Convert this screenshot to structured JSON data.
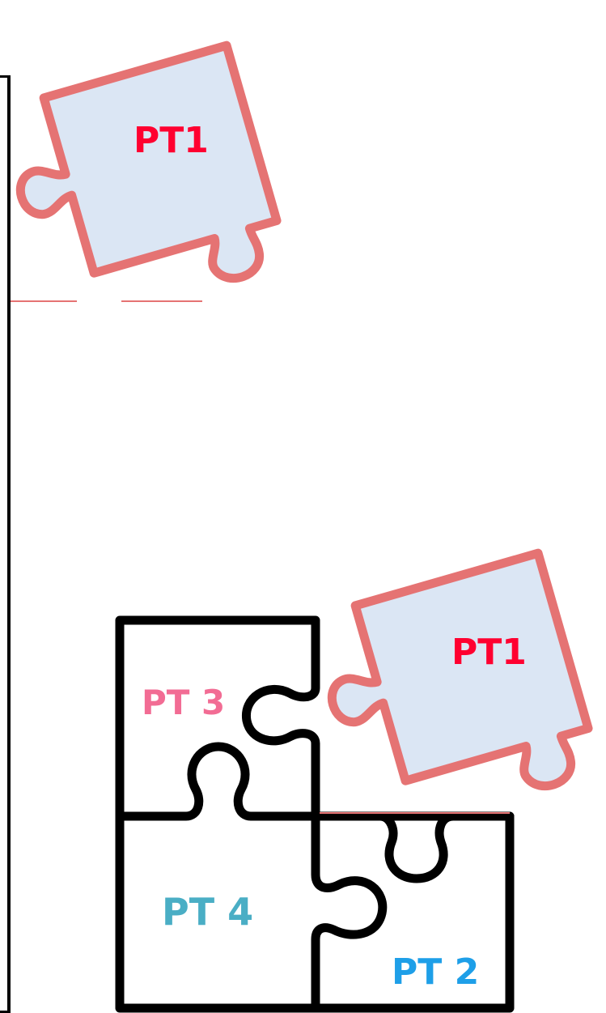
{
  "pieces": {
    "top_piece": {
      "label": "PT1"
    },
    "floating_piece": {
      "label": "PT1"
    },
    "pt3": {
      "label": "PT 3"
    },
    "pt4": {
      "label": "PT 4"
    },
    "pt2": {
      "label": "PT 2"
    }
  },
  "colors": {
    "pt1_text": "#ff0030",
    "pt1_fill": "#dbe6f4",
    "pt1_stroke": "#e57373",
    "pt3_text": "#f26c94",
    "pt4_text": "#4aaec5",
    "pt2_text": "#1e9fe8",
    "outline": "#000000"
  }
}
